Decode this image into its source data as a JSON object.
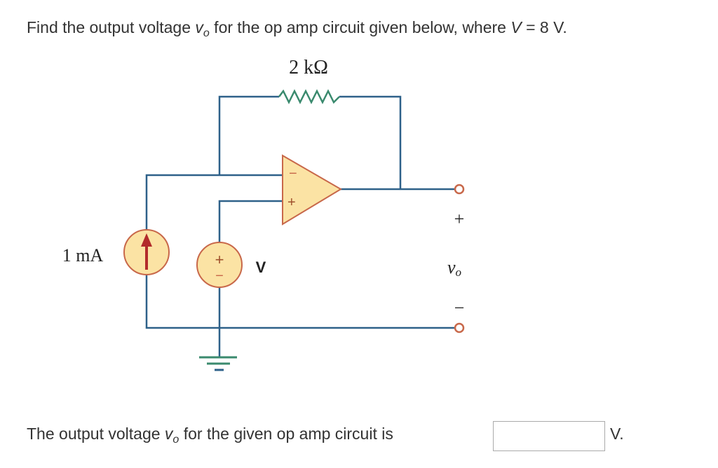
{
  "question": {
    "prefix": "Find the output voltage ",
    "var": "v",
    "sub": "o",
    "suffix": " for the op amp circuit given below, where ",
    "var2": "V",
    "eq": " = 8 V."
  },
  "circuit": {
    "resistor_label": "2 kΩ",
    "current_source_label": "1 mA",
    "voltage_source_label": "V",
    "opamp_minus": "−",
    "opamp_plus": "+",
    "source_plus": "+",
    "source_minus": "−",
    "output_plus": "+",
    "output_var": "v",
    "output_sub": "o",
    "output_minus": "−",
    "wire_color": "#2e6189",
    "component_fill": "#fbe3a4",
    "component_stroke": "#c8684a",
    "arrow_color": "#b22b2b"
  },
  "answer": {
    "prefix": "The output voltage ",
    "var": "v",
    "sub": "o",
    "suffix": " for the given op amp circuit is",
    "value": "",
    "unit": "V."
  }
}
